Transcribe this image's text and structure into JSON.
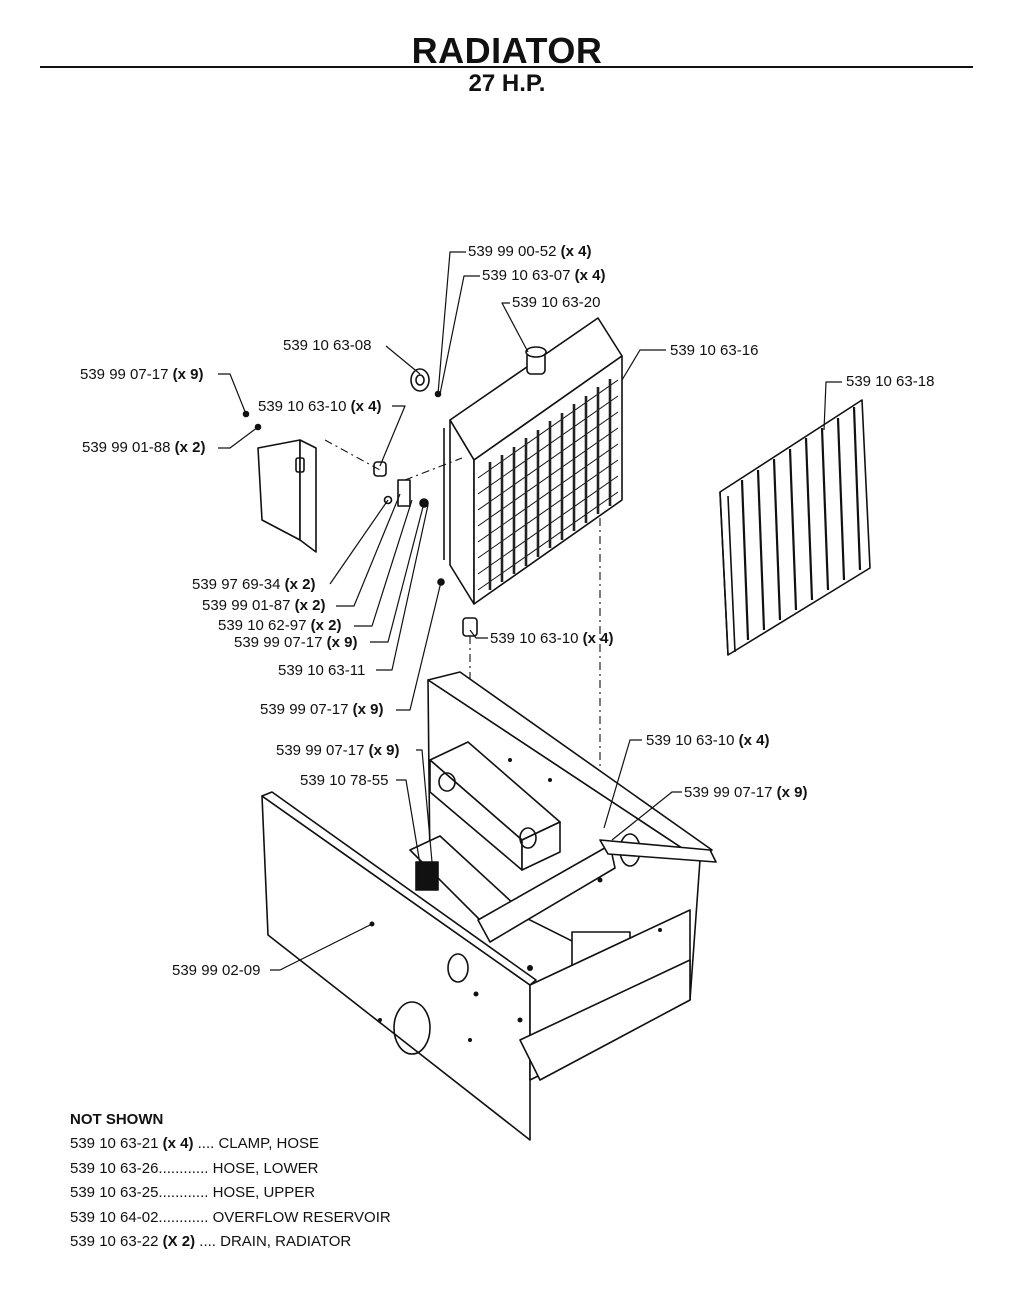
{
  "title": "RADIATOR",
  "subtitle": "27 H.P.",
  "callouts": [
    {
      "part": "539 99 00-52",
      "qty": "(x 4)"
    },
    {
      "part": "539 10 63-07",
      "qty": "(x 4)"
    },
    {
      "part": "539 10 63-20",
      "qty": ""
    },
    {
      "part": "539 10 63-08",
      "qty": ""
    },
    {
      "part": "539 10 63-16",
      "qty": ""
    },
    {
      "part": "539 10 63-18",
      "qty": ""
    },
    {
      "part": "539 99 07-17",
      "qty": "(x 9)"
    },
    {
      "part": "539 10 63-10",
      "qty": "(x 4)"
    },
    {
      "part": "539 99 01-88",
      "qty": "(x 2)"
    },
    {
      "part": "539 97 69-34",
      "qty": "(x 2)"
    },
    {
      "part": "539 99 01-87",
      "qty": "(x 2)"
    },
    {
      "part": "539 10 62-97",
      "qty": "(x 2)"
    },
    {
      "part": "539 99 07-17",
      "qty": "(x 9)"
    },
    {
      "part": "539 10 63-11",
      "qty": ""
    },
    {
      "part": "539 10 63-10",
      "qty": "(x 4)"
    },
    {
      "part": "539 99 07-17",
      "qty": "(x 9)"
    },
    {
      "part": "539 99 07-17",
      "qty": "(x 9)"
    },
    {
      "part": "539 10 78-55",
      "qty": ""
    },
    {
      "part": "539 10 63-10",
      "qty": "(x 4)"
    },
    {
      "part": "539 99 07-17",
      "qty": "(x 9)"
    },
    {
      "part": "539 99 02-09",
      "qty": ""
    }
  ],
  "not_shown": {
    "heading": "NOT SHOWN",
    "items": [
      {
        "part": "539 10 63-21",
        "qty": "(x 4)",
        "dots": "....",
        "desc": "CLAMP, HOSE"
      },
      {
        "part": "539 10 63-26",
        "qty": "",
        "dots": "............",
        "desc": "HOSE, LOWER"
      },
      {
        "part": "539 10 63-25",
        "qty": "",
        "dots": "............",
        "desc": "HOSE, UPPER"
      },
      {
        "part": "539 10 64-02",
        "qty": "",
        "dots": "............",
        "desc": "OVERFLOW RESERVOIR"
      },
      {
        "part": "539 10 63-22",
        "qty": "(X 2)",
        "dots": "....",
        "desc": "DRAIN, RADIATOR"
      }
    ]
  }
}
